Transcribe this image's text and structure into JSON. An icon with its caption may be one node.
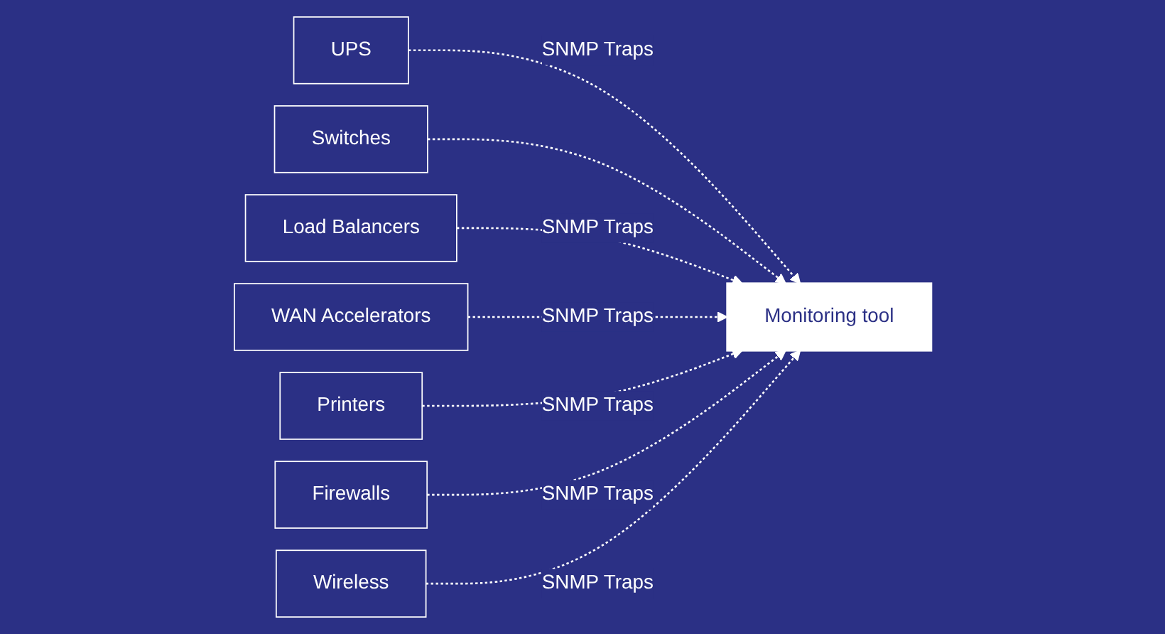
{
  "diagram": {
    "nodes": [
      {
        "text": [
          "UPS"
        ]
      },
      {
        "text": [
          "Switches"
        ]
      },
      {
        "text": [
          "Load Balancers"
        ]
      },
      {
        "text": [
          "WAN Accelerators"
        ]
      },
      {
        "text": [
          "Monitoring tool"
        ]
      },
      {
        "text": [
          "Printers"
        ]
      },
      {
        "text": [
          "Firewalls"
        ]
      },
      {
        "text": [
          "Wireless"
        ]
      }
    ],
    "edges": [
      {
        "from": 0,
        "to": 4,
        "arrow": "to",
        "label": "SNMP Traps",
        "style": "dashed"
      },
      {
        "from": 1,
        "to": 4,
        "arrow": "to",
        "style": "dashed"
      },
      {
        "from": 2,
        "to": 4,
        "arrow": "to",
        "label": "SNMP Traps",
        "style": "dashed"
      },
      {
        "from": 3,
        "to": 4,
        "arrow": "to",
        "label": "SNMP Traps",
        "style": "dashed"
      },
      {
        "from": 5,
        "to": 4,
        "arrow": "to",
        "label": "SNMP Traps",
        "style": "dashed"
      },
      {
        "from": 6,
        "to": 4,
        "arrow": "to",
        "label": "SNMP Traps",
        "style": "dashed"
      },
      {
        "from": 7,
        "to": 4,
        "arrow": "to",
        "label": "SNMP Traps",
        "style": "dashed"
      }
    ]
  }
}
